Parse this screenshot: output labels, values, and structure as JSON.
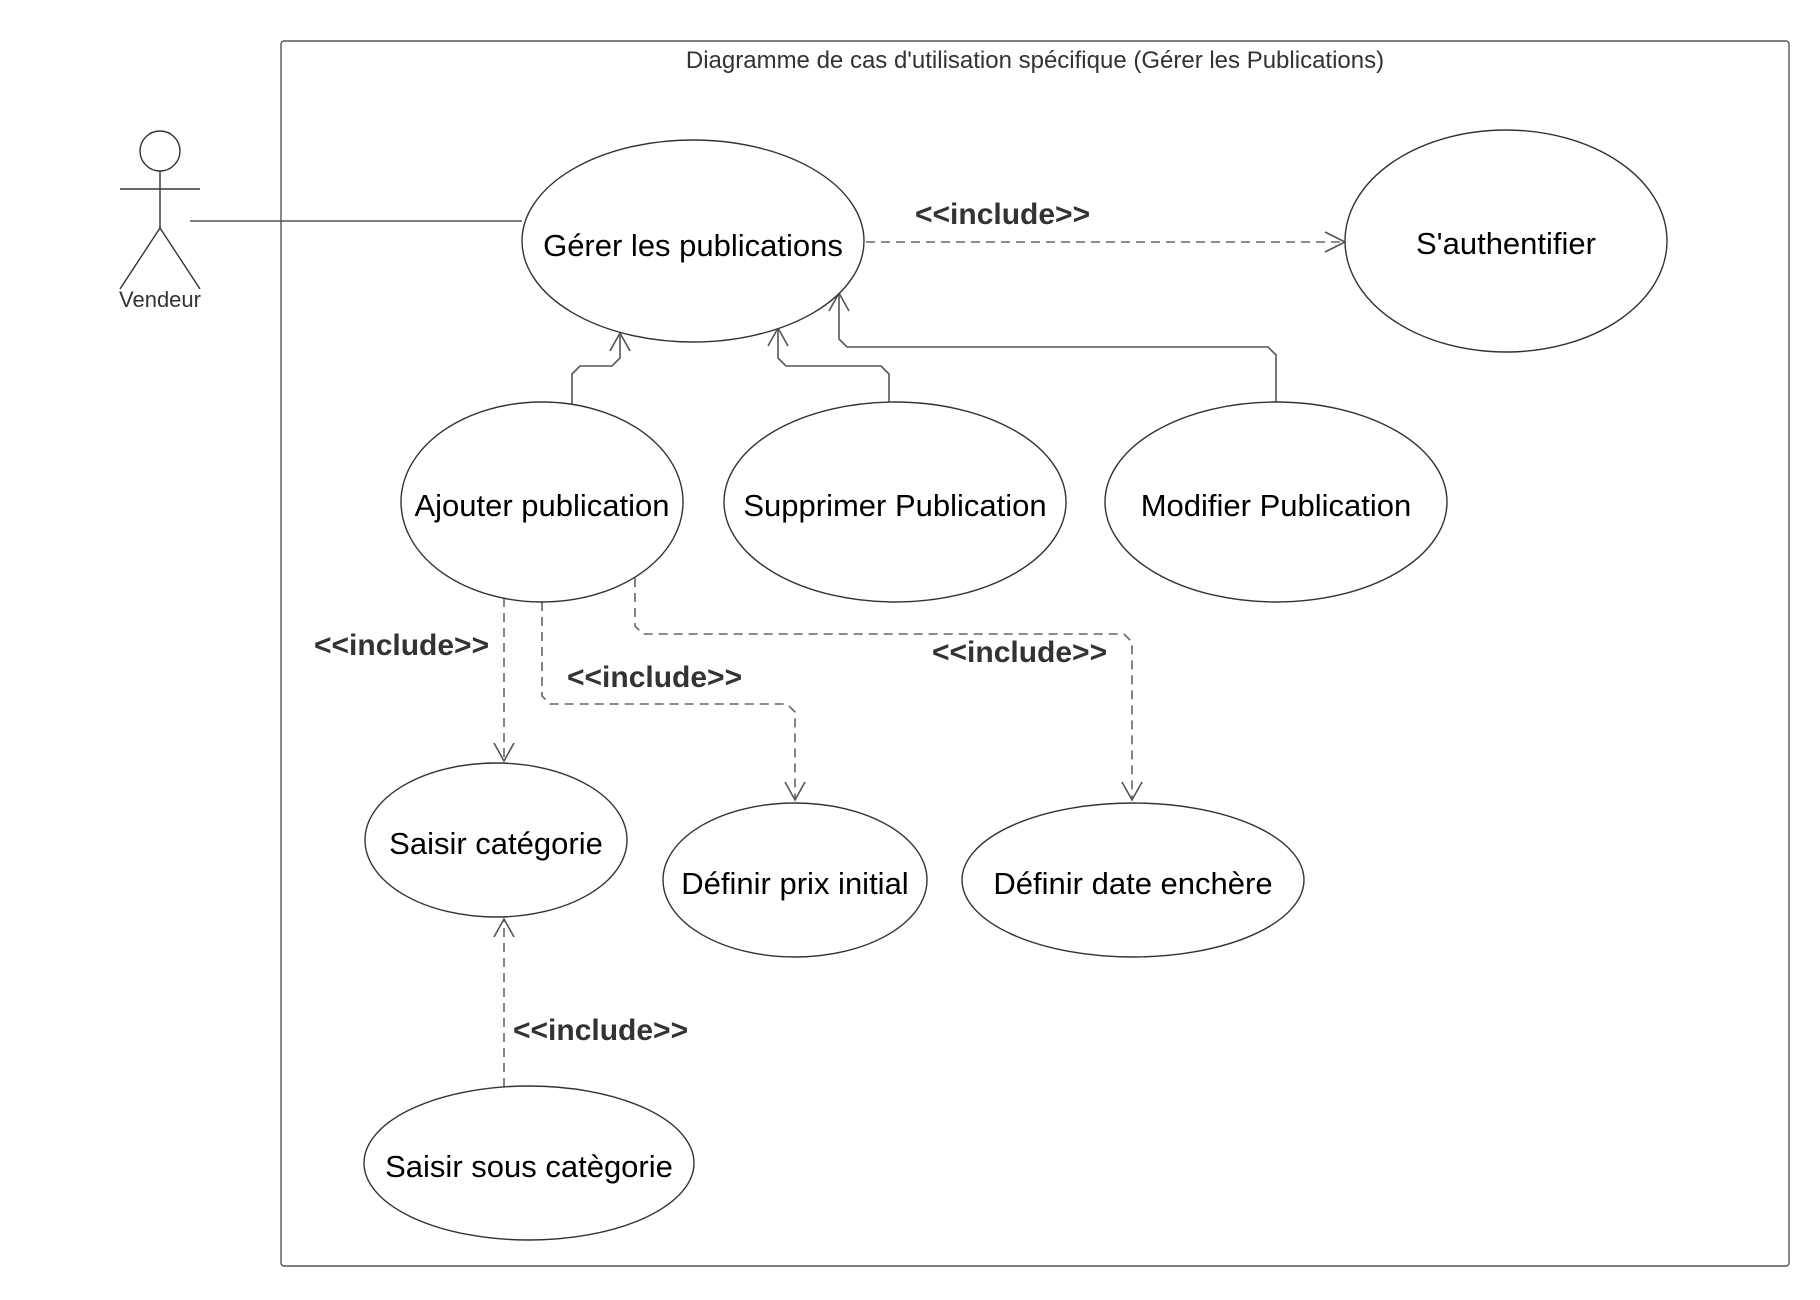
{
  "system": {
    "title": "Diagramme de cas d'utilisation spécifique (Gérer les Publications)"
  },
  "actor": {
    "label": "Vendeur"
  },
  "use_cases": {
    "gerer": "Gérer les publications",
    "authentifier": "S'authentifier",
    "ajouter": "Ajouter publication",
    "supprimer": "Supprimer Publication",
    "modifier": "Modifier Publication",
    "categorie": "Saisir catégorie",
    "prix": "Définir prix initial",
    "date": "Définir date enchère",
    "sous_categorie": "Saisir sous catègorie"
  },
  "relations": {
    "include_auth": "<<include>>",
    "include_categorie": "<<include>>",
    "include_prix": "<<include>>",
    "include_date": "<<include>>",
    "include_sous_categorie": "<<include>>"
  },
  "colors": {
    "stroke": "#333333",
    "dashed": "#666666",
    "text": "#000000"
  }
}
